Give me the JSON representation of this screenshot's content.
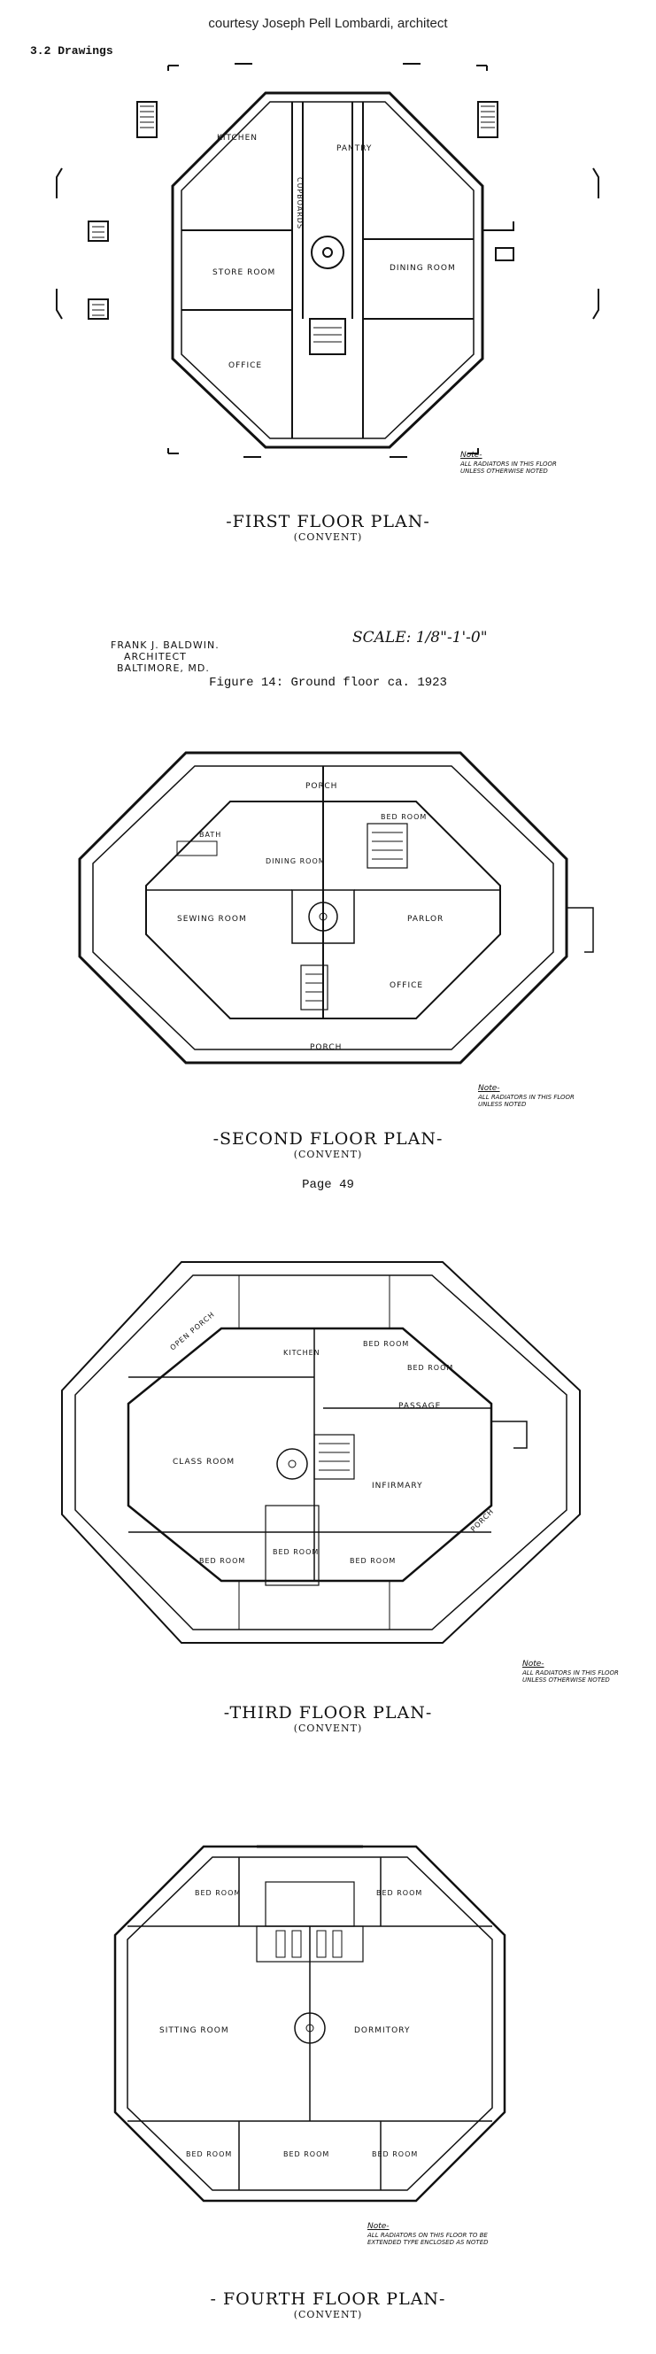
{
  "header": {
    "credit": "courtesy Joseph Pell Lombardi, architect",
    "section": "3.2 Drawings"
  },
  "plan1": {
    "title": "-FIRST FLOOR PLAN-",
    "subtitle": "(CONVENT)",
    "rooms": {
      "kitchen": "KITCHEN",
      "pantry": "PANTRY",
      "store_room": "STORE ROOM",
      "dining_room": "DINING ROOM",
      "office": "OFFICE",
      "cupboards": "CUPBOARDS"
    },
    "note": {
      "heading": "Note-",
      "text": "ALL RADIATORS IN THIS FLOOR UNLESS OTHERWISE NOTED"
    }
  },
  "architect": {
    "name": "FRANK J. BALDWIN.",
    "role": "ARCHITECT",
    "city": "BALTIMORE, MD."
  },
  "scale": "SCALE: 1/8\"-1'-0\"",
  "figure_caption": "Figure 14: Ground floor ca. 1923",
  "plan2": {
    "title": "-SECOND FLOOR PLAN-",
    "subtitle": "(CONVENT)",
    "rooms": {
      "porch_top": "PORCH",
      "bath": "BATH",
      "dining_room": "DINING ROOM",
      "bed_room": "BED ROOM",
      "sewing_room": "SEWING ROOM",
      "parlor": "PARLOR",
      "office": "OFFICE",
      "porch_bottom": "PORCH"
    },
    "note": {
      "heading": "Note-",
      "text": "ALL RADIATORS IN THIS FLOOR UNLESS NOTED"
    }
  },
  "page_number": "Page 49",
  "plan3": {
    "title": "-THIRD FLOOR PLAN-",
    "subtitle": "(CONVENT)",
    "rooms": {
      "open_porch": "OPEN PORCH",
      "kitchen": "KITCHEN",
      "bed_room_top": "BED ROOM",
      "bed_room_right": "BED ROOM",
      "passage": "PASSAGE",
      "class_room": "CLASS ROOM",
      "infirmary": "INFIRMARY",
      "porch": "PORCH",
      "bed_room_bl": "BED ROOM",
      "bed_room_bc": "BED ROOM",
      "bed_room_br": "BED ROOM"
    },
    "note": {
      "heading": "Note-",
      "text": "ALL RADIATORS IN THIS FLOOR UNLESS OTHERWISE NOTED"
    }
  },
  "plan4": {
    "title": "- FOURTH FLOOR PLAN-",
    "subtitle": "(CONVENT)",
    "rooms": {
      "bed_room_tl": "BED ROOM",
      "bed_room_tr": "BED ROOM",
      "sitting_room": "SITTING ROOM",
      "dormitory": "DORMITORY",
      "bed_room_bl": "BED ROOM",
      "bed_room_bc": "BED ROOM",
      "bed_room_br": "BED ROOM"
    },
    "note": {
      "heading": "Note-",
      "text": "ALL RADIATORS ON THIS FLOOR TO BE EXTENDED TYPE ENCLOSED AS NOTED"
    }
  }
}
